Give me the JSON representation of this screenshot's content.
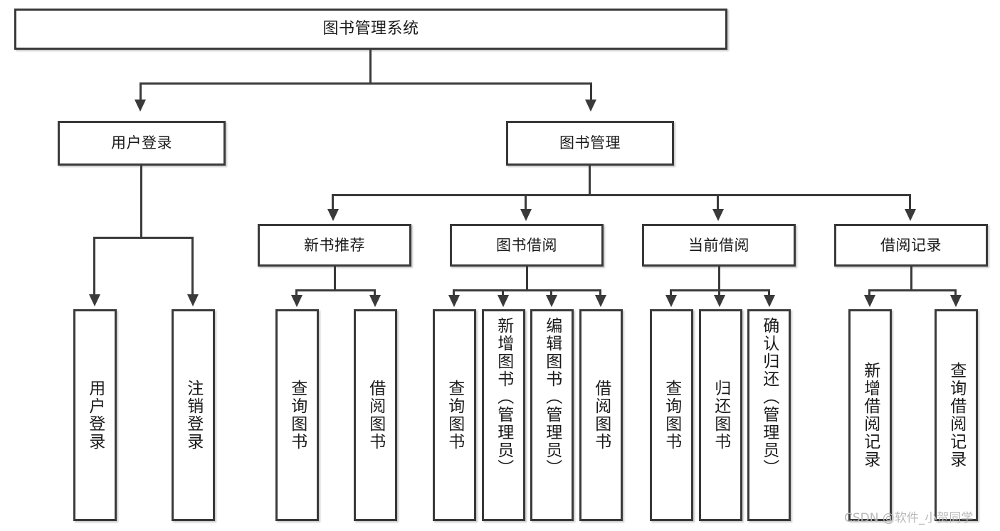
{
  "diagram": {
    "title": "图书管理系统",
    "type": "tree",
    "levels": 4,
    "root": {
      "label": "图书管理系统"
    },
    "level2": [
      {
        "label": "用户登录"
      },
      {
        "label": "图书管理"
      }
    ],
    "level3": [
      {
        "label": "新书推荐"
      },
      {
        "label": "图书借阅"
      },
      {
        "label": "当前借阅"
      },
      {
        "label": "借阅记录"
      }
    ],
    "leaves": {
      "user_login": [
        {
          "label": "用户登录"
        },
        {
          "label": "注销登录"
        }
      ],
      "new_book_recommend": [
        {
          "label": "查询图书"
        },
        {
          "label": "借阅图书"
        }
      ],
      "book_borrow": [
        {
          "label": "查询图书"
        },
        {
          "label": "新增图书（管理员）"
        },
        {
          "label": "编辑图书（管理员）"
        },
        {
          "label": "借阅图书"
        }
      ],
      "current_borrow": [
        {
          "label": "查询图书"
        },
        {
          "label": "归还图书"
        },
        {
          "label": "确认归还（管理员）"
        }
      ],
      "borrow_record": [
        {
          "label": "新增借阅记录"
        },
        {
          "label": "查询借阅记录"
        }
      ]
    }
  },
  "watermark": {
    "text": "CSDN @软件_小贺同学"
  },
  "colors": {
    "stroke": "#3a3a3a",
    "background": "#ffffff",
    "text": "#1b1b1b",
    "watermark": "#b9b9b9"
  }
}
